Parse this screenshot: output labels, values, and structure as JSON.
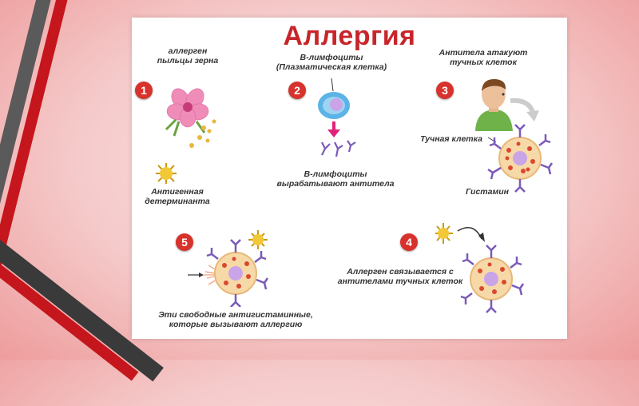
{
  "title": "Аллергия",
  "steps": [
    {
      "num": "1",
      "label_top": [
        "аллерген",
        "пыльцы зерна"
      ],
      "label_bottom": [
        "Антигенная",
        "детерминанта"
      ]
    },
    {
      "num": "2",
      "label_top": [
        "В-лимфоциты",
        "(Плазматическая клетка)"
      ],
      "label_bottom": [
        "В-лимфоциты",
        "вырабатывают антитела"
      ]
    },
    {
      "num": "3",
      "label_top": [
        "Антитела атакуют",
        "тучных клеток"
      ],
      "label_mast": "Тучная клетка",
      "label_histamine": "Гистамин"
    },
    {
      "num": "4",
      "label": [
        "Аллерген связывается с",
        "антителами тучных клеток"
      ]
    },
    {
      "num": "5",
      "label": [
        "Эти свободные антигистаминные,",
        "которые вызывают аллергию"
      ]
    }
  ],
  "colors": {
    "accent": "#d7322b",
    "title": "#c8252b",
    "antibody": "#7a5ab8",
    "cell": "#f7d9a8",
    "granule": "#d9472f"
  }
}
